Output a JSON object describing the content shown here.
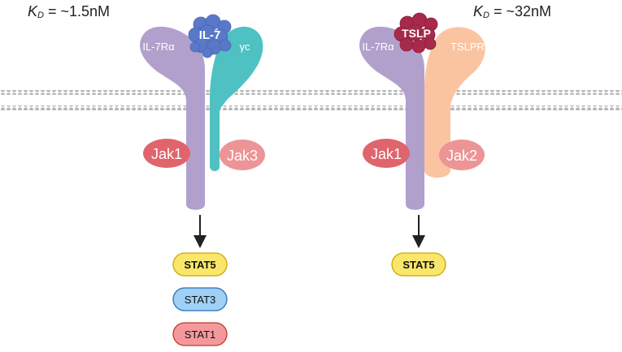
{
  "left_complex": {
    "kd_symbol": "K",
    "kd_subscript": "D",
    "kd_value": " = ~1.5nM",
    "ligand": "IL-7",
    "receptor_a": "IL-7Rα",
    "receptor_b": "γc",
    "kinase_a": "Jak1",
    "kinase_b": "Jak3",
    "stats": [
      "STAT5",
      "STAT3",
      "STAT1"
    ]
  },
  "right_complex": {
    "kd_symbol": "K",
    "kd_subscript": "D",
    "kd_value": " = ~32nM",
    "ligand": "TSLP",
    "receptor_a": "IL-7Rα",
    "receptor_b": "TSLPR",
    "kinase_a": "Jak1",
    "kinase_b": "Jak2",
    "stats": [
      "STAT5"
    ]
  },
  "colors": {
    "il7ra": "#b2a0cc",
    "gamma_c": "#4fc1c2",
    "tslpr": "#fbc4a1",
    "jak1": "#e0646c",
    "jak_b": "#ec9496",
    "il7_ligand": "#5a78c8",
    "tslp_ligand": "#a82a4a",
    "membrane": "#b8b8b8",
    "stat5": "#f9e66a",
    "stat3": "#9fd0f5",
    "stat1": "#f4999b"
  }
}
